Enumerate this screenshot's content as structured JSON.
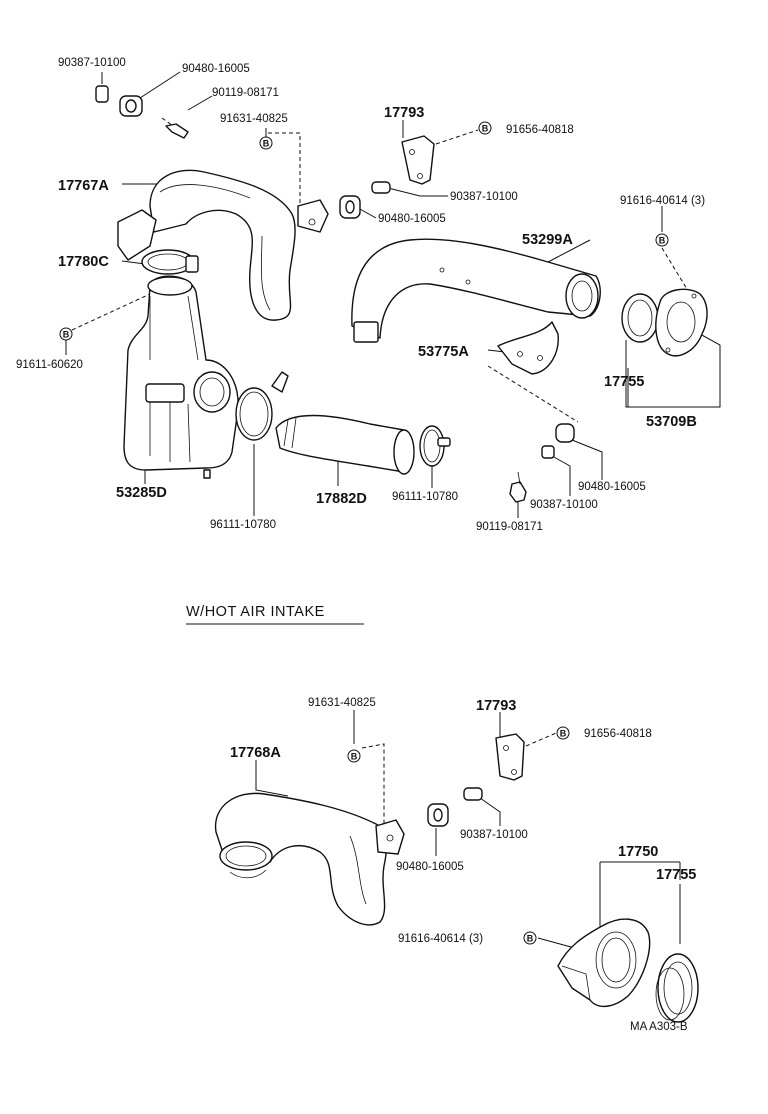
{
  "section_title": "W/HOT AIR INTAKE",
  "bolt_marker": "B",
  "figure_code": "MA A303-B",
  "labels": {
    "p90387_10100_a": "90387-10100",
    "p90480_16005_a": "90480-16005",
    "p90119_08171_a": "90119-08171",
    "p91631_40825_a": "91631-40825",
    "p17793_a": "17793",
    "p91656_40818_a": "91656-40818",
    "p17767A": "17767A",
    "p90387_10100_b": "90387-10100",
    "p90480_16005_b": "90480-16005",
    "p91616_40614_a": "91616-40614 (3)",
    "p53299A": "53299A",
    "p17780C": "17780C",
    "p91611_60620": "91611-60620",
    "p53775A": "53775A",
    "p17755_a": "17755",
    "p53709B": "53709B",
    "p90480_16005_c": "90480-16005",
    "p90387_10100_c": "90387-10100",
    "p53285D": "53285D",
    "p17882D": "17882D",
    "p96111_10780_a": "96111-10780",
    "p96111_10780_b": "96111-10780",
    "p90119_08171_b": "90119-08171",
    "p91631_40825_b": "91631-40825",
    "p17793_b": "17793",
    "p91656_40818_b": "91656-40818",
    "p17768A": "17768A",
    "p90480_16005_d": "90480-16005",
    "p90387_10100_d": "90387-10100",
    "p17750": "17750",
    "p17755_b": "17755",
    "p91616_40614_b": "91616-40614 (3)"
  }
}
